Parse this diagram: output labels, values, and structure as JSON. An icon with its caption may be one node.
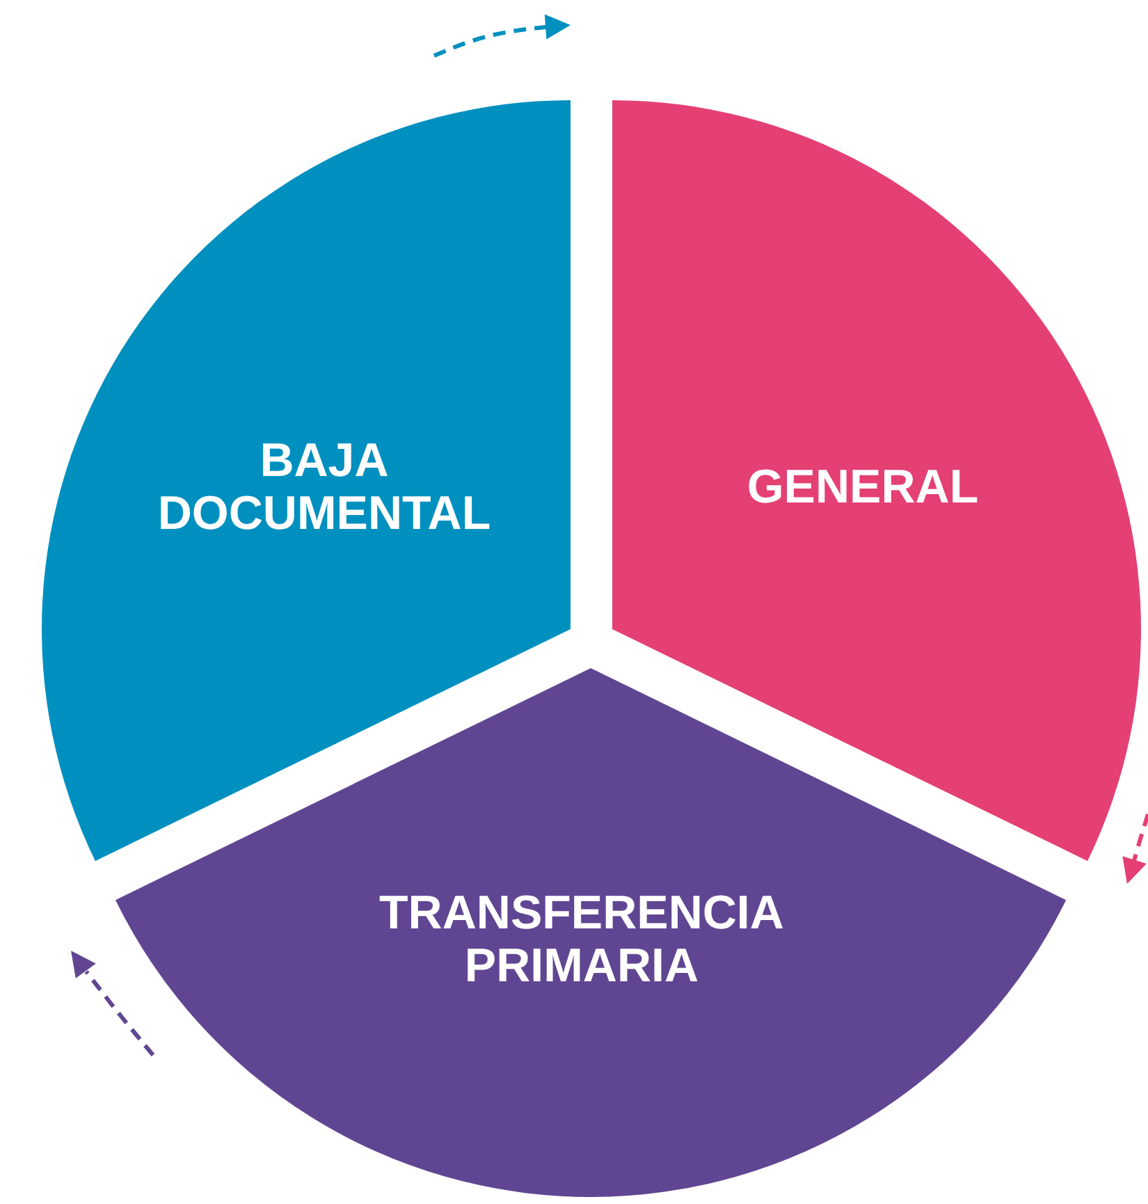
{
  "diagram": {
    "nodes": [
      {
        "text": [
          "BAJA DOCUMENTAL"
        ]
      },
      {
        "text": [
          "GENERAL"
        ]
      },
      {
        "text": [
          "TRANSFERENCIA PRIMARIA"
        ]
      }
    ]
  }
}
